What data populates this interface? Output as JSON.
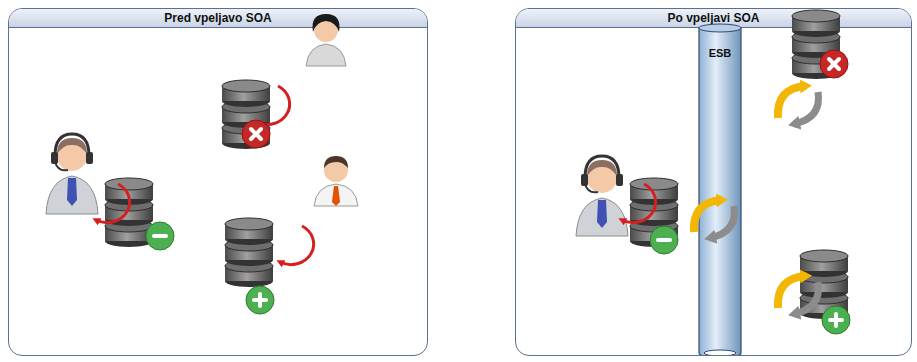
{
  "diagram": {
    "nodes": [
      {
        "text": [
          "Pred vpeljavo SOA"
        ]
      },
      {
        "text": [
          "Po vpeljavi SOA"
        ]
      },
      {
        "text": [
          "ESB"
        ],
        "in": 1
      }
    ]
  }
}
